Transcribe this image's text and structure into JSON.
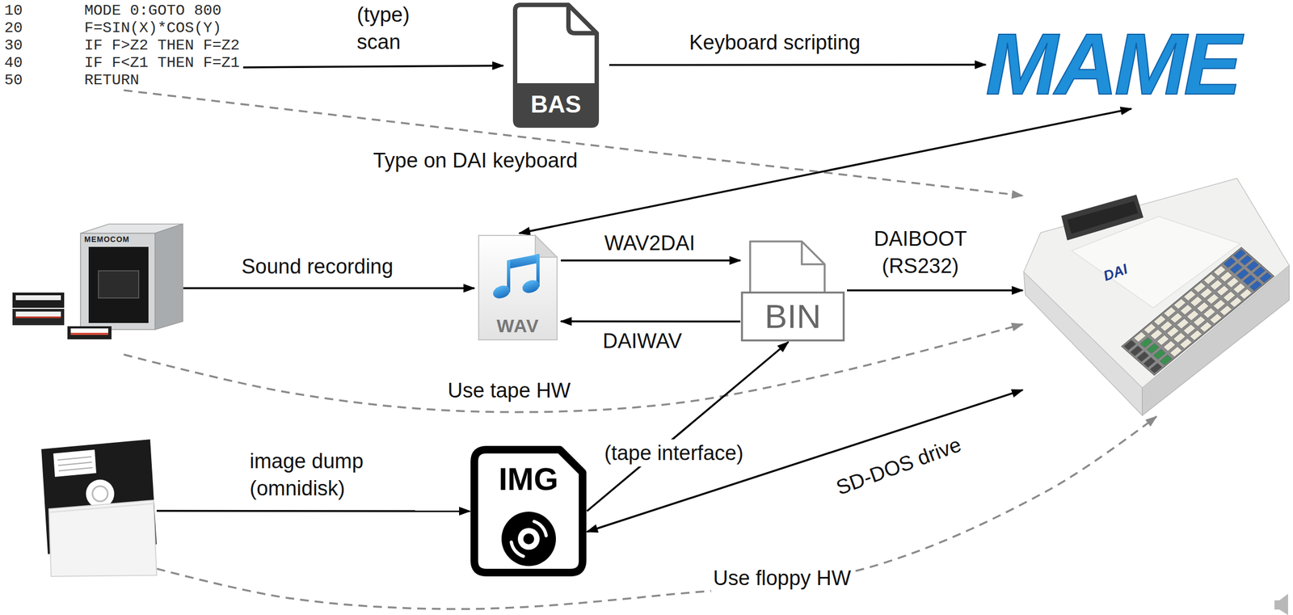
{
  "diagram": {
    "nodes": [
      {
        "text": [
          "10",
          "MODE 0:GOTO 800",
          "20",
          "F=SIN(X)*COS(Y)",
          "30",
          "IF F>Z2 THEN F=Z2",
          "40",
          "IF F<Z1 THEN F=Z1",
          "50",
          "RETURN"
        ]
      },
      {
        "text": [
          "BAS"
        ]
      },
      {
        "text": [
          "MAME"
        ]
      },
      {
        "text": [
          "DAI"
        ]
      },
      {
        "text": [
          "MEMOCOM"
        ]
      },
      {
        "text": [
          "WAV"
        ]
      },
      {
        "text": [
          "BIN"
        ]
      },
      {
        "text": []
      },
      {
        "text": [
          "IMG"
        ]
      }
    ],
    "edges": [
      {
        "from": 0,
        "to": 1,
        "arrow": "to",
        "label": "(type) scan"
      },
      {
        "from": 1,
        "to": 2,
        "arrow": "to",
        "label": "Keyboard scripting"
      },
      {
        "from": 0,
        "to": 3,
        "arrow": "to",
        "label": "Type on DAI keyboard"
      },
      {
        "from": 5,
        "to": 2,
        "arrow": "both"
      },
      {
        "from": 4,
        "to": 5,
        "arrow": "to",
        "label": "Sound recording"
      },
      {
        "from": 5,
        "to": 6,
        "arrow": "to",
        "label": "WAV2DAI"
      },
      {
        "from": 6,
        "to": 5,
        "arrow": "to",
        "label": "DAIWAV"
      },
      {
        "from": 6,
        "to": 3,
        "arrow": "to",
        "label": "DAIBOOT (RS232)"
      },
      {
        "from": 4,
        "to": 3,
        "arrow": "to",
        "label": "Use tape HW"
      },
      {
        "from": 7,
        "to": 8,
        "arrow": "to",
        "label": "image dump (omnidisk)"
      },
      {
        "from": 8,
        "to": 6,
        "arrow": "to",
        "label": "(tape interface)"
      },
      {
        "from": 8,
        "to": 3,
        "arrow": "both",
        "label": "SD-DOS drive"
      },
      {
        "from": 7,
        "to": 3,
        "arrow": "to",
        "label": "Use floppy HW"
      }
    ]
  }
}
